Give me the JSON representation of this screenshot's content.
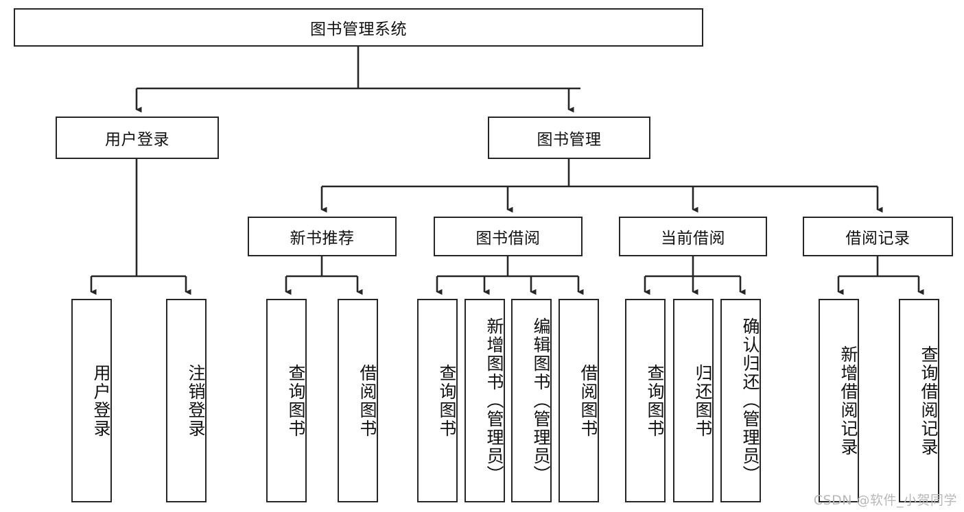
{
  "diagram": {
    "type": "tree",
    "title": "图书管理系统",
    "watermark": "CSDN @软件_小贺同学",
    "colors": {
      "box_border": "#262626",
      "box_fill": "#ffffff",
      "edge": "#262626",
      "text": "#111111",
      "watermark": "#b8b8b8",
      "background": "#ffffff"
    },
    "nodes": {
      "root": {
        "label": "图书管理系统"
      },
      "level2": [
        {
          "id": "user-login",
          "label": "用户登录"
        },
        {
          "id": "book-manage",
          "label": "图书管理"
        }
      ],
      "level3": [
        {
          "id": "new-book-rec",
          "label": "新书推荐"
        },
        {
          "id": "book-borrow",
          "label": "图书借阅"
        },
        {
          "id": "current-borrow",
          "label": "当前借阅"
        },
        {
          "id": "borrow-record",
          "label": "借阅记录"
        }
      ],
      "leaves": [
        {
          "id": "leaf-user-login",
          "label": "用户登录",
          "parent": "user-login"
        },
        {
          "id": "leaf-logout",
          "label": "注销登录",
          "parent": "user-login"
        },
        {
          "id": "leaf-query-book-1",
          "label": "查询图书",
          "parent": "new-book-rec"
        },
        {
          "id": "leaf-borrow-book-1",
          "label": "借阅图书",
          "parent": "new-book-rec"
        },
        {
          "id": "leaf-query-book-2",
          "label": "查询图书",
          "parent": "book-borrow"
        },
        {
          "id": "leaf-add-book",
          "label": "新增图书（管理员）",
          "parent": "book-borrow"
        },
        {
          "id": "leaf-edit-book",
          "label": "编辑图书（管理员）",
          "parent": "book-borrow"
        },
        {
          "id": "leaf-borrow-book-2",
          "label": "借阅图书",
          "parent": "book-borrow"
        },
        {
          "id": "leaf-query-book-3",
          "label": "查询图书",
          "parent": "current-borrow"
        },
        {
          "id": "leaf-return-book",
          "label": "归还图书",
          "parent": "current-borrow"
        },
        {
          "id": "leaf-confirm-return",
          "label": "确认归还（管理员）",
          "parent": "current-borrow"
        },
        {
          "id": "leaf-add-record",
          "label": "新增借阅记录",
          "parent": "borrow-record"
        },
        {
          "id": "leaf-query-record",
          "label": "查询借阅记录",
          "parent": "borrow-record"
        }
      ]
    }
  }
}
